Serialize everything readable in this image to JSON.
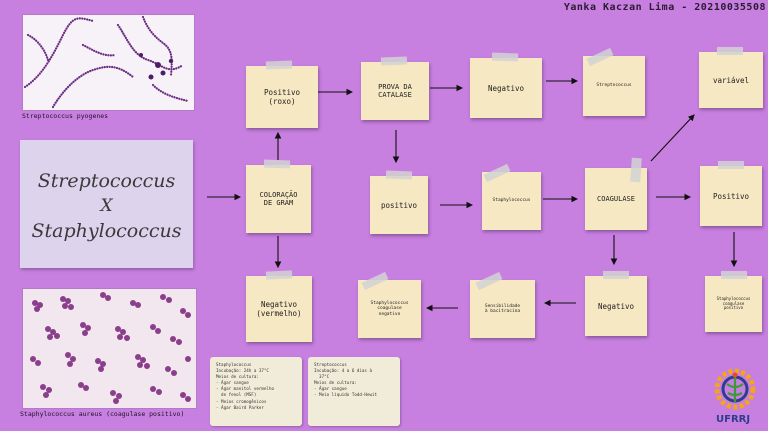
{
  "header": {
    "author": "Yanka Kaczan Lima - 20210035508"
  },
  "images": {
    "top_caption": "Streptococcus pyogenes",
    "bottom_caption": "Staphylococcus aureus (coagulase positivo)"
  },
  "title": {
    "line1": "Streptococcus",
    "line2": "X",
    "line3": "Staphylococcus"
  },
  "nodes": {
    "gram": "COLORAÇÃO\nDE GRAM",
    "positivo_roxo": "Positivo\n(roxo)",
    "negativo_vermelho": "Negativo\n(vermelho)",
    "prova_catalase": "PROVA DA\nCATALASE",
    "catalase_negativo": "Negativo",
    "streptococcus": "Streptococcus",
    "variavel": "variável",
    "catalase_positivo": "positivo",
    "staphylococcus": "Staphylococcus",
    "coagulase": "COAGULASE",
    "coagulase_positivo": "Positivo",
    "coagulase_negativo": "Negativo",
    "sensibilidade": "Sensibilidade\nà bacitracina",
    "staph_neg": "Staphylococcus\ncoagulase\nnegativo",
    "staph_pos": "Staphylococcus\ncoagulase\npositivo"
  },
  "info_cards": [
    {
      "lines": [
        "Staphylococcus",
        "",
        "Incubação: 24h a 37°C",
        "",
        "Meios de cultura:",
        "- Ágar sangue",
        "- Ágar manitol vermelho",
        "  de fenol (MSF)",
        "- Meios cromogênicos",
        "- Ágar Baird Parker"
      ]
    },
    {
      "lines": [
        "Streptococcus",
        "",
        "Incubação: 4 a 6 dias à",
        "  37°C",
        "",
        "Meios de cultura:",
        "- Ágar sangue",
        "- Meio líquido Todd-Hewit"
      ]
    }
  ],
  "logo": {
    "text": "UFRRJ"
  }
}
